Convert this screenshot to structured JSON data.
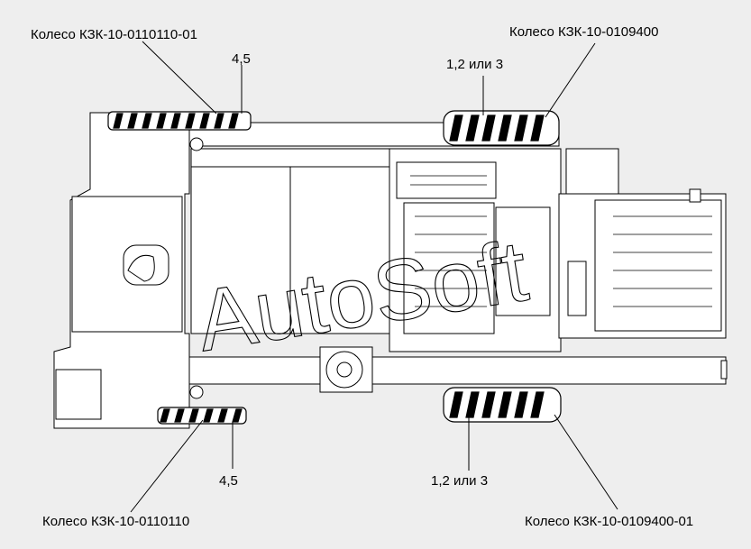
{
  "labels": {
    "front_left_wheel": "Колесо КЗК-10-0110110-01",
    "front_left_pos": "4,5",
    "rear_left_wheel": "Колесо КЗК-10-0109400",
    "rear_left_pos": "1,2 или 3",
    "front_right_wheel": "Колесо КЗК-10-0110110",
    "front_right_pos": "4,5",
    "rear_right_wheel": "Колесо КЗК-10-0109400-01",
    "rear_right_pos": "1,2 или 3"
  },
  "watermark": "AutoSoft",
  "colors": {
    "background": "#eeeeee",
    "line": "#000000",
    "fill": "#ffffff"
  }
}
